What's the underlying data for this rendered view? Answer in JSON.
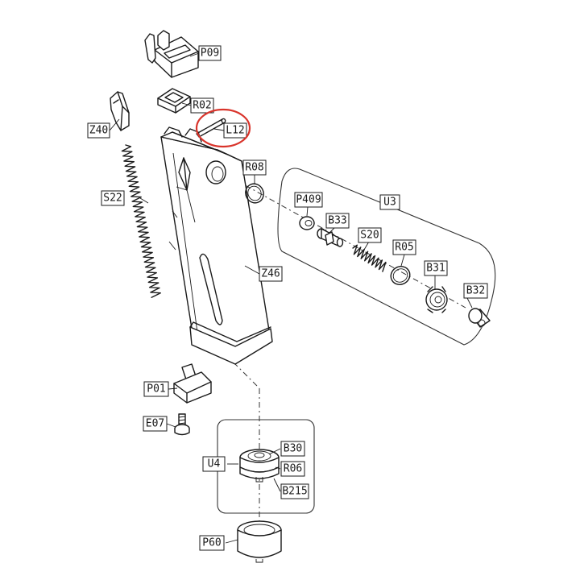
{
  "diagram": {
    "highlight_color": "#d9342b",
    "parts": {
      "p09": "P09",
      "r02": "R02",
      "l12": "L12",
      "z40": "Z40",
      "r08": "R08",
      "u3": "U3",
      "p409": "P409",
      "b33": "B33",
      "s20": "S20",
      "r05": "R05",
      "b31": "B31",
      "b32": "B32",
      "s22": "S22",
      "z46": "Z46",
      "p01": "P01",
      "e07": "E07",
      "u4": "U4",
      "b30": "B30",
      "r06": "R06",
      "b215": "B215",
      "p60": "P60"
    }
  }
}
